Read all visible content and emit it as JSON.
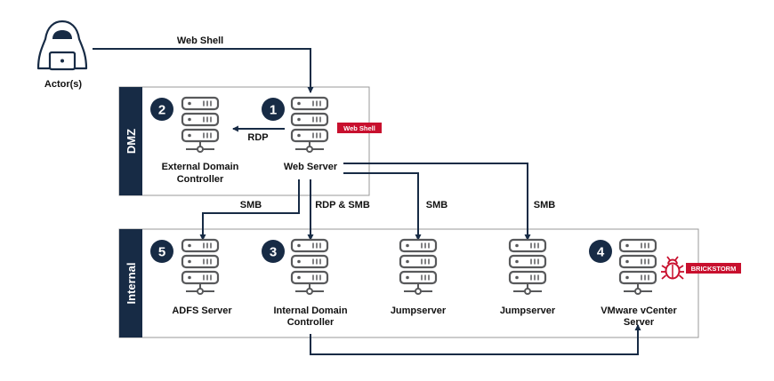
{
  "actor": {
    "label": "Actor(s)"
  },
  "zones": {
    "dmz": "DMZ",
    "internal": "Internal"
  },
  "servers": {
    "ext_dc": {
      "number": "2",
      "label_lines": [
        "External Domain",
        "Controller"
      ]
    },
    "web": {
      "number": "1",
      "label_lines": [
        "Web Server"
      ],
      "tag": "Web Shell"
    },
    "adfs": {
      "number": "5",
      "label_lines": [
        "ADFS Server"
      ]
    },
    "int_dc": {
      "number": "3",
      "label_lines": [
        "Internal Domain",
        "Controller"
      ]
    },
    "jump1": {
      "label_lines": [
        "Jumpserver"
      ]
    },
    "jump2": {
      "label_lines": [
        "Jumpserver"
      ]
    },
    "vcenter": {
      "number": "4",
      "label_lines": [
        "VMware vCenter",
        "Server"
      ],
      "tag": "BRICKSTORM",
      "tag_icon": "bug-icon"
    }
  },
  "connections": {
    "web_shell": "Web Shell",
    "rdp": "RDP",
    "rdp_smb": "RDP & SMB",
    "smb_adfs": "SMB",
    "smb_jump1": "SMB",
    "smb_jump2": "SMB"
  },
  "colors": {
    "navy": "#172b45",
    "accent_red": "#c8102e",
    "icon_gray": "#58595b",
    "border_gray": "#9a9a9a"
  }
}
